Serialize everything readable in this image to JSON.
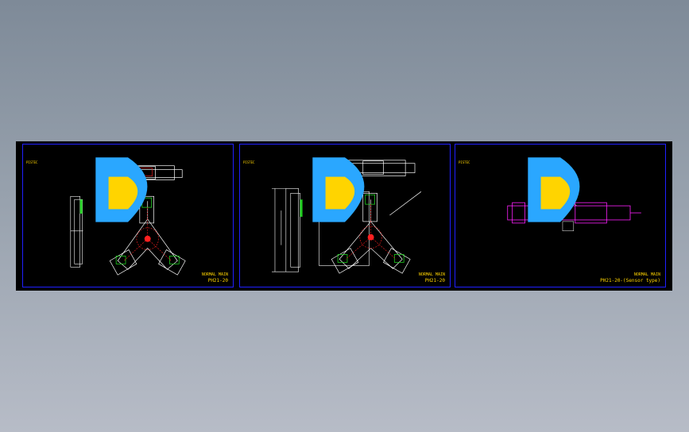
{
  "drawing_strip": {
    "sheets": [
      {
        "logo_text": "PISTEC",
        "label_line1": "NORMAL MAIN",
        "label_line2": "PH21-20"
      },
      {
        "logo_text": "PISTEC",
        "label_line1": "NORMAL MAIN",
        "label_line2": "PH21-20"
      },
      {
        "logo_text": "PISTEC",
        "label_line1": "NORMAL MAIN",
        "label_line2": "PH21-20-(Sensor type)"
      }
    ]
  },
  "colors": {
    "background_top": "#7e8a98",
    "background_bottom": "#b7bcc7",
    "border": "#1f1fff",
    "lines": "#ffffff",
    "accent_red": "#ff2020",
    "accent_green": "#20d020",
    "accent_magenta": "#ff20ff",
    "label_yellow": "#ffd400"
  }
}
